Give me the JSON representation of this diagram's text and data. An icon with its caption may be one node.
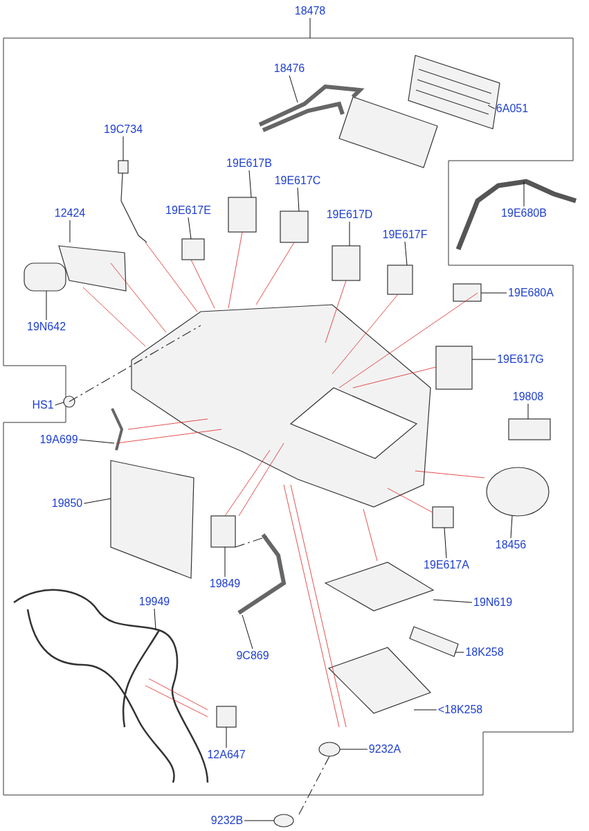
{
  "diagram": {
    "nodes": [
      {
        "text": [
          "18478"
        ]
      },
      {
        "text": [
          "18476"
        ]
      },
      {
        "text": [
          "6A051"
        ]
      },
      {
        "text": [
          "19C734"
        ]
      },
      {
        "text": [
          "19E617B"
        ]
      },
      {
        "text": [
          "19E617C"
        ]
      },
      {
        "text": [
          "19E617E"
        ]
      },
      {
        "text": [
          "12424"
        ]
      },
      {
        "text": [
          "19E617D"
        ]
      },
      {
        "text": [
          "19E680B"
        ]
      },
      {
        "text": [
          "19E617F"
        ]
      },
      {
        "text": [
          "19E680A"
        ]
      },
      {
        "text": [
          "19N642"
        ]
      },
      {
        "text": [
          "19E617G"
        ]
      },
      {
        "text": [
          "19808"
        ]
      },
      {
        "text": [
          "HS1"
        ]
      },
      {
        "text": [
          "19A699"
        ]
      },
      {
        "text": [
          "19850"
        ]
      },
      {
        "text": [
          "18456"
        ]
      },
      {
        "text": [
          "19E617A"
        ]
      },
      {
        "text": [
          "19849"
        ]
      },
      {
        "text": [
          "19N619"
        ]
      },
      {
        "text": [
          "19949"
        ]
      },
      {
        "text": [
          "18K258"
        ]
      },
      {
        "text": [
          "9C869"
        ]
      },
      {
        "text": [
          "<18K258"
        ]
      },
      {
        "text": [
          "12A647"
        ]
      },
      {
        "text": [
          "9232A"
        ]
      },
      {
        "text": [
          "9232B"
        ]
      }
    ],
    "edges": [
      {
        "from": 0,
        "to": null,
        "arrow": "none"
      },
      {
        "from": 1,
        "to": null,
        "arrow": "none"
      },
      {
        "from": 2,
        "to": null,
        "arrow": "none"
      },
      {
        "from": 3,
        "to": null,
        "arrow": "none"
      },
      {
        "from": 4,
        "to": null,
        "arrow": "none"
      },
      {
        "from": 5,
        "to": null,
        "arrow": "none"
      },
      {
        "from": 6,
        "to": null,
        "arrow": "none"
      },
      {
        "from": 7,
        "to": null,
        "arrow": "none"
      },
      {
        "from": 8,
        "to": null,
        "arrow": "none"
      },
      {
        "from": 9,
        "to": null,
        "arrow": "none"
      },
      {
        "from": 10,
        "to": null,
        "arrow": "none"
      },
      {
        "from": 11,
        "to": null,
        "arrow": "none"
      },
      {
        "from": 12,
        "to": null,
        "arrow": "none"
      },
      {
        "from": 13,
        "to": null,
        "arrow": "none"
      },
      {
        "from": 14,
        "to": null,
        "arrow": "none"
      },
      {
        "from": 15,
        "to": null,
        "arrow": "none"
      },
      {
        "from": 16,
        "to": null,
        "arrow": "none"
      },
      {
        "from": 17,
        "to": null,
        "arrow": "none"
      },
      {
        "from": 18,
        "to": null,
        "arrow": "none"
      },
      {
        "from": 19,
        "to": null,
        "arrow": "none"
      },
      {
        "from": 20,
        "to": null,
        "arrow": "none"
      },
      {
        "from": 21,
        "to": null,
        "arrow": "none"
      },
      {
        "from": 22,
        "to": null,
        "arrow": "none"
      },
      {
        "from": 23,
        "to": null,
        "arrow": "none"
      },
      {
        "from": 24,
        "to": null,
        "arrow": "none"
      },
      {
        "from": 25,
        "to": null,
        "arrow": "none"
      },
      {
        "from": 26,
        "to": null,
        "arrow": "none"
      },
      {
        "from": 27,
        "to": null,
        "arrow": "none"
      },
      {
        "from": 28,
        "to": null,
        "arrow": "none"
      }
    ]
  }
}
